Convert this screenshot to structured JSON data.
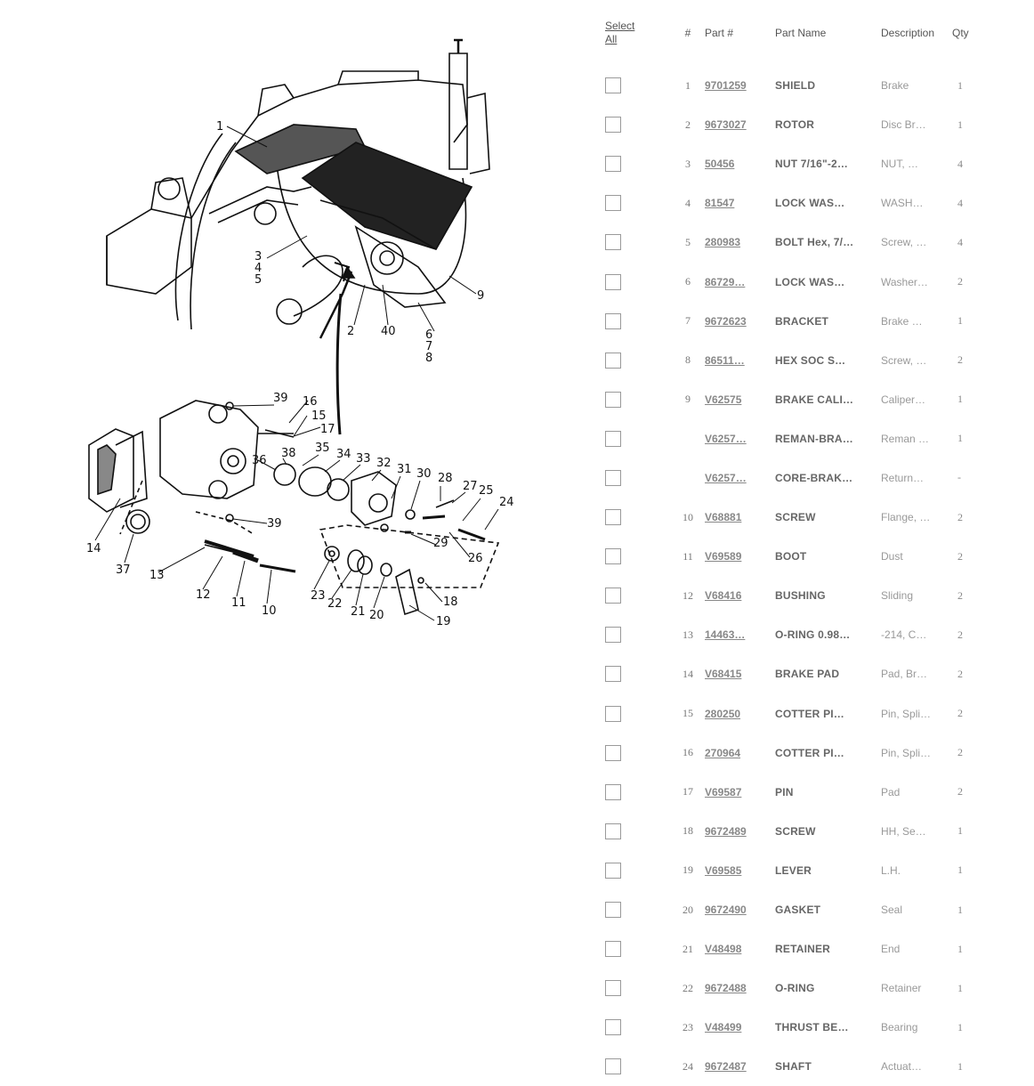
{
  "table": {
    "headers": {
      "select_all": "Select All",
      "num": "#",
      "part_num": "Part #",
      "part_name": "Part Name",
      "description": "Description",
      "qty": "Qty"
    },
    "rows": [
      {
        "num": "1",
        "part": "9701259",
        "name": "SHIELD",
        "desc": "Brake",
        "qty": "1"
      },
      {
        "num": "2",
        "part": "9673027",
        "name": "ROTOR",
        "desc": "Disc Br…",
        "qty": "1"
      },
      {
        "num": "3",
        "part": "50456",
        "name": "NUT 7/16\"-2…",
        "desc": "NUT, …",
        "qty": "4"
      },
      {
        "num": "4",
        "part": "81547",
        "name": "LOCK WAS…",
        "desc": "WASH…",
        "qty": "4"
      },
      {
        "num": "5",
        "part": "280983",
        "name": "BOLT Hex, 7/…",
        "desc": "Screw, …",
        "qty": "4"
      },
      {
        "num": "6",
        "part": "86729…",
        "name": "LOCK WAS…",
        "desc": "Washer…",
        "qty": "2"
      },
      {
        "num": "7",
        "part": "9672623",
        "name": "BRACKET",
        "desc": "Brake …",
        "qty": "1"
      },
      {
        "num": "8",
        "part": "86511…",
        "name": "HEX SOC S…",
        "desc": "Screw, …",
        "qty": "2"
      },
      {
        "num": "9",
        "part": "V62575",
        "name": "BRAKE CALI…",
        "desc": "Caliper…",
        "qty": "1"
      },
      {
        "num": "",
        "part": "V6257…",
        "name": "REMAN-BRA…",
        "desc": "Reman …",
        "qty": "1"
      },
      {
        "num": "",
        "part": "V6257…",
        "name": "CORE-BRAK…",
        "desc": "Return…",
        "qty": "-"
      },
      {
        "num": "10",
        "part": "V68881",
        "name": "SCREW",
        "desc": "Flange, …",
        "qty": "2"
      },
      {
        "num": "11",
        "part": "V69589",
        "name": "BOOT",
        "desc": "Dust",
        "qty": "2"
      },
      {
        "num": "12",
        "part": "V68416",
        "name": "BUSHING",
        "desc": "Sliding",
        "qty": "2"
      },
      {
        "num": "13",
        "part": "14463…",
        "name": "O-RING 0.98…",
        "desc": "-214, C…",
        "qty": "2"
      },
      {
        "num": "14",
        "part": "V68415",
        "name": "BRAKE PAD",
        "desc": "Pad, Br…",
        "qty": "2"
      },
      {
        "num": "15",
        "part": "280250",
        "name": "COTTER PI…",
        "desc": "Pin, Spli…",
        "qty": "2"
      },
      {
        "num": "16",
        "part": "270964",
        "name": "COTTER PI…",
        "desc": "Pin, Spli…",
        "qty": "2"
      },
      {
        "num": "17",
        "part": "V69587",
        "name": "PIN",
        "desc": "Pad",
        "qty": "2"
      },
      {
        "num": "18",
        "part": "9672489",
        "name": "SCREW",
        "desc": "HH, Se…",
        "qty": "1"
      },
      {
        "num": "19",
        "part": "V69585",
        "name": "LEVER",
        "desc": "L.H.",
        "qty": "1"
      },
      {
        "num": "20",
        "part": "9672490",
        "name": "GASKET",
        "desc": "Seal",
        "qty": "1"
      },
      {
        "num": "21",
        "part": "V48498",
        "name": "RETAINER",
        "desc": "End",
        "qty": "1"
      },
      {
        "num": "22",
        "part": "9672488",
        "name": "O-RING",
        "desc": "Retainer",
        "qty": "1"
      },
      {
        "num": "23",
        "part": "V48499",
        "name": "THRUST BE…",
        "desc": "Bearing",
        "qty": "1"
      },
      {
        "num": "24",
        "part": "9672487",
        "name": "SHAFT",
        "desc": "Actuat…",
        "qty": "1"
      }
    ]
  },
  "diagram": {
    "callouts": [
      "1",
      "2",
      "3",
      "4",
      "5",
      "6",
      "7",
      "8",
      "9",
      "10",
      "11",
      "12",
      "13",
      "14",
      "15",
      "16",
      "17",
      "18",
      "19",
      "20",
      "21",
      "22",
      "23",
      "24",
      "25",
      "26",
      "27",
      "28",
      "29",
      "30",
      "31",
      "32",
      "33",
      "34",
      "35",
      "36",
      "37",
      "38",
      "39",
      "39",
      "40"
    ]
  }
}
